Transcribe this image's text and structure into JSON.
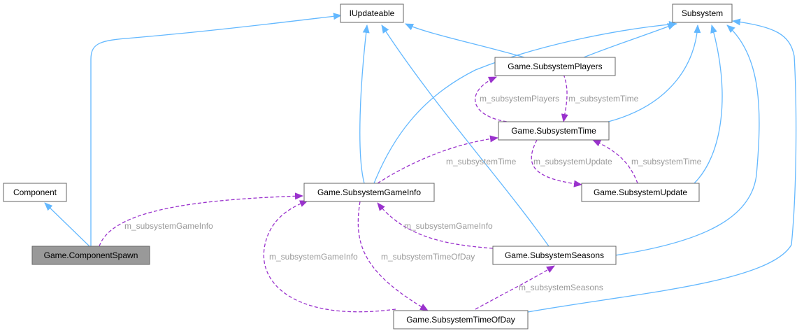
{
  "diagram": {
    "nodes": {
      "iupdateable": "IUpdateable",
      "subsystem": "Subsystem",
      "subsystem_players": "Game.SubsystemPlayers",
      "subsystem_time": "Game.SubsystemTime",
      "component": "Component",
      "subsystem_gameinfo": "Game.SubsystemGameInfo",
      "subsystem_update": "Game.SubsystemUpdate",
      "component_spawn": "Game.ComponentSpawn",
      "subsystem_seasons": "Game.SubsystemSeasons",
      "subsystem_timeofday": "Game.SubsystemTimeOfDay"
    },
    "edge_labels": {
      "players_to_time": "m_subsystemPlayers",
      "time_to_players": "m_subsystemTime",
      "gameinfo_to_time": "m_subsystemTime",
      "time_to_update": "m_subsystemUpdate",
      "update_to_time": "m_subsystemTime",
      "spawn_to_gameinfo": "m_subsystemGameInfo",
      "seasons_to_gameinfo": "m_subsystemGameInfo",
      "timeofday_to_gameinfo": "m_subsystemGameInfo",
      "gameinfo_to_timeofday": "m_subsystemTimeOfDay",
      "seasons_to_timeofday": "m_subsystemSeasons"
    },
    "colors": {
      "inheritance_edge": "#63b8ff",
      "usage_edge": "#9a32cd",
      "highlight_node": "#999999",
      "edge_label": "#9a9a9a"
    }
  }
}
